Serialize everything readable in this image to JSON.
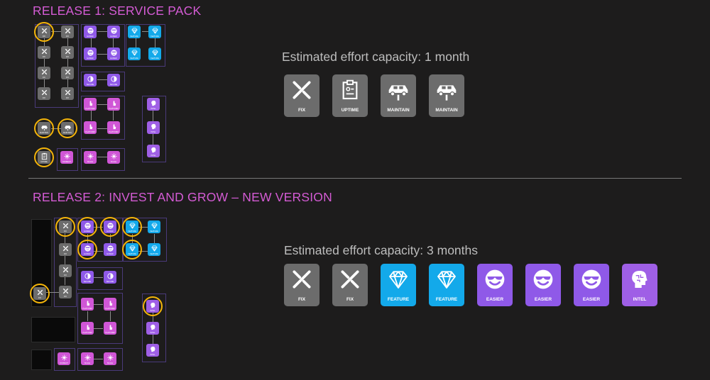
{
  "release1": {
    "title": "RELEASE 1: SERVICE PACK",
    "effort": "Estimated effort capacity: 1 month",
    "tiles": [
      {
        "type": "fix",
        "label": "FIX"
      },
      {
        "type": "uptime",
        "label": "UPTIME"
      },
      {
        "type": "maintain",
        "label": "MAINTAIN"
      },
      {
        "type": "maintain",
        "label": "MAINTAIN"
      }
    ]
  },
  "release2": {
    "title": "RELEASE 2: INVEST AND GROW – NEW VERSION",
    "effort": "Estimated effort capacity: 3 months",
    "tiles": [
      {
        "type": "fix",
        "label": "FIX"
      },
      {
        "type": "fix",
        "label": "FIX"
      },
      {
        "type": "feature",
        "label": "FEATURE"
      },
      {
        "type": "feature",
        "label": "FEATURE"
      },
      {
        "type": "easier",
        "label": "EASIER"
      },
      {
        "type": "easier",
        "label": "EASIER"
      },
      {
        "type": "easier",
        "label": "EASIER"
      },
      {
        "type": "intel",
        "label": "INTEL"
      }
    ]
  },
  "colors": {
    "fix": "#6c6c6c",
    "uptime": "#6c6c6c",
    "maintain": "#6c6c6c",
    "easier": "#8f59e8",
    "feature": "#13a9ea",
    "intel": "#9f5fe6",
    "highlight": "#f5b50a",
    "title": "#d45bd4"
  }
}
